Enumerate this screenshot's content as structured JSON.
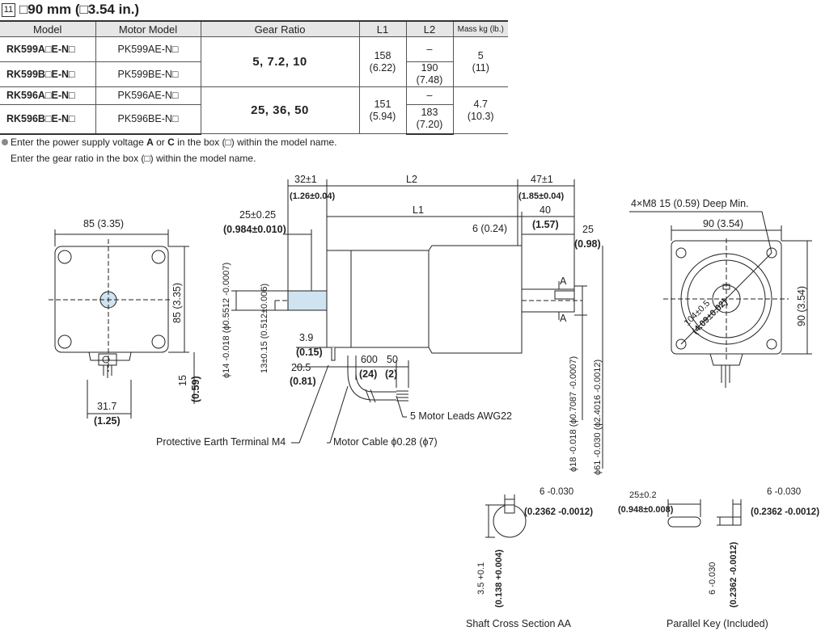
{
  "section": {
    "number": "11",
    "title": "□90 mm (□3.54 in.)"
  },
  "table": {
    "headers": [
      "Model",
      "Motor Model",
      "Gear Ratio",
      "L1",
      "L2",
      "Mass kg (lb.)"
    ],
    "rows": [
      {
        "model": "RK599A□E-N□",
        "motor": "PK599AE-N□"
      },
      {
        "model": "RK599B□E-N□",
        "motor": "PK599BE-N□"
      },
      {
        "model": "RK596A□E-N□",
        "motor": "PK596AE-N□"
      },
      {
        "model": "RK596B□E-N□",
        "motor": "PK596BE-N□"
      }
    ],
    "groups": [
      {
        "gear_ratio": "5, 7.2, 10",
        "l1": "158",
        "l1_in": "(6.22)",
        "l2_a": "–",
        "l2_b": "190",
        "l2_b_in": "(7.48)",
        "mass": "5",
        "mass_lb": "(11)"
      },
      {
        "gear_ratio": "25, 36, 50",
        "l1": "151",
        "l1_in": "(5.94)",
        "l2_a": "–",
        "l2_b": "183",
        "l2_b_in": "(7.20)",
        "mass": "4.7",
        "mass_lb": "(10.3)"
      }
    ]
  },
  "notes": {
    "line1_prefix": "Enter the power supply voltage ",
    "line1_a": "A",
    "line1_or": " or ",
    "line1_c": "C",
    "line1_suffix": " in the box (□) within the model name.",
    "line2": "Enter the gear ratio in the box (□) within the model name."
  },
  "drawing": {
    "dims": {
      "front_width": "85 (3.35)",
      "front_height": "85 (3.35)",
      "terminal_h": "15",
      "terminal_h_in": "(0.59)",
      "terminal_w": "31.7",
      "terminal_w_in": "(1.25)",
      "d32": "32±1",
      "d32_in": "(1.26±0.04)",
      "l2": "L2",
      "l1": "L1",
      "d47": "47±1",
      "d47_in": "(1.85±0.04)",
      "d25_tol": "25±0.25",
      "d25_tol_in": "(0.984±0.010)",
      "d6": "6 (0.24)",
      "d40": "40",
      "d40_in": "(1.57)",
      "d25": "25",
      "d25_in": "(0.98)",
      "d39": "3.9",
      "d39_in": "(0.15)",
      "d205": "20.5",
      "d205_in": "(0.81)",
      "d600": "600",
      "d600_in": "(24)",
      "d50": "50",
      "d50_in": "(2)",
      "shaft_dia": "ϕ14 -0.018 (ϕ0.5512 -0.0007)",
      "shaft_13": "13±0.15 (0.512±0.006)",
      "pilot_18": "ϕ18 -0.018 (ϕ0.7087 -0.0007)",
      "pilot_61": "ϕ61 -0.030 (ϕ2.4016 -0.0012)",
      "side_width": "90 (3.54)",
      "side_height": "90 (3.54)",
      "pcd": "104±0.5",
      "pcd_in": "(4.09±0.02)",
      "hole_note": "4×M8 15 (0.59) Deep Min.",
      "section_a": "A",
      "key_w": "6 -0.030",
      "key_w_in": "(0.2362 -0.0012)",
      "key_depth": "3.5 +0.1",
      "key_depth_in": "(0.138 +0.004)",
      "pk_len": "25±0.2",
      "pk_len_in": "(0.948±0.008)",
      "pk_w": "6 -0.030",
      "pk_w_in": "(0.2362 -0.0012)",
      "pk_h": "6 -0.030",
      "pk_h_in": "(0.2362 -0.0012)"
    },
    "labels": {
      "pe_terminal": "Protective Earth Terminal M4",
      "motor_cable": "Motor Cable ϕ0.28 (ϕ7)",
      "motor_leads": "5 Motor Leads AWG22",
      "shaft_section": "Shaft Cross Section AA",
      "parallel_key": "Parallel Key (Included)"
    },
    "colors": {
      "shaft": "#cfe3f0",
      "line": "#222222"
    }
  }
}
